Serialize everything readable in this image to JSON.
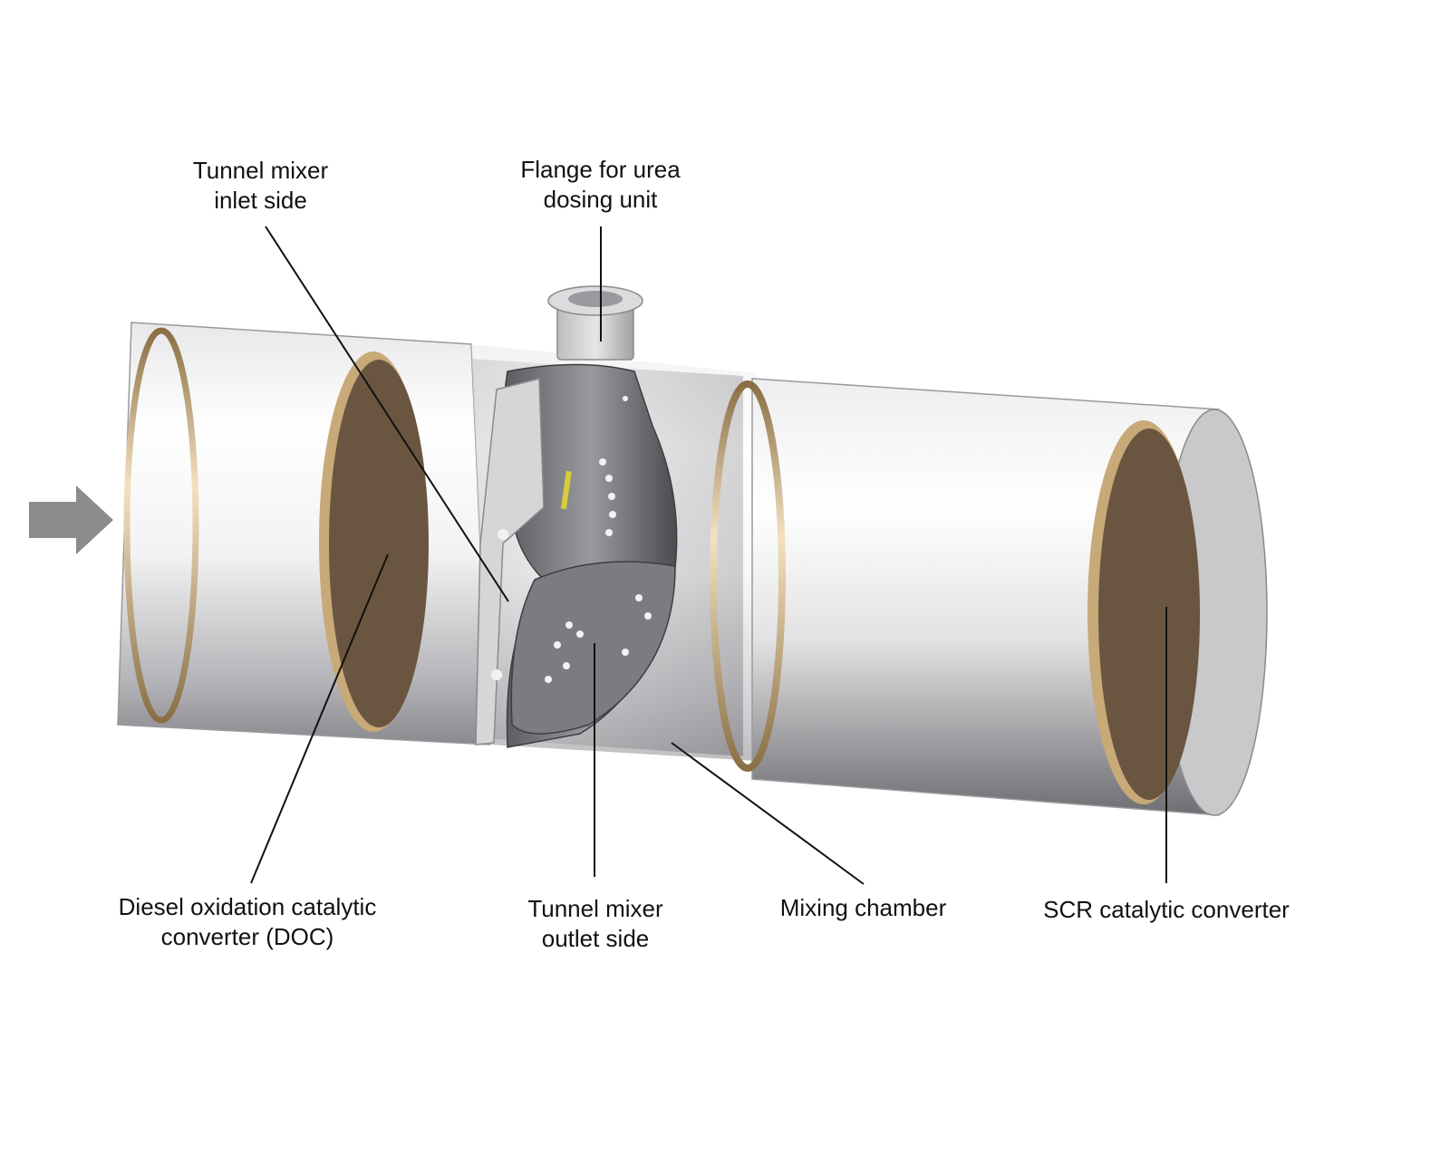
{
  "labels": {
    "mixer_inlet": [
      "Tunnel mixer",
      "inlet side"
    ],
    "flange": [
      "Flange for urea",
      "dosing unit"
    ],
    "doc": [
      "Diesel oxidation catalytic",
      "converter (DOC)"
    ],
    "mixer_outlet": [
      "Tunnel mixer",
      "outlet side"
    ],
    "mixing_chamber": [
      "Mixing chamber"
    ],
    "scr": [
      "SCR catalytic converter"
    ]
  },
  "icons": {
    "flow_arrow": "flow-direction-arrow-icon"
  },
  "colors": {
    "catalyst_face": "#6a5640",
    "catalyst_ring": "#c8a978",
    "shell_light": "#f4f4f4",
    "shell_dark": "#7a7a7e",
    "arrow": "#8c8c8c",
    "leader_line": "#111111"
  }
}
